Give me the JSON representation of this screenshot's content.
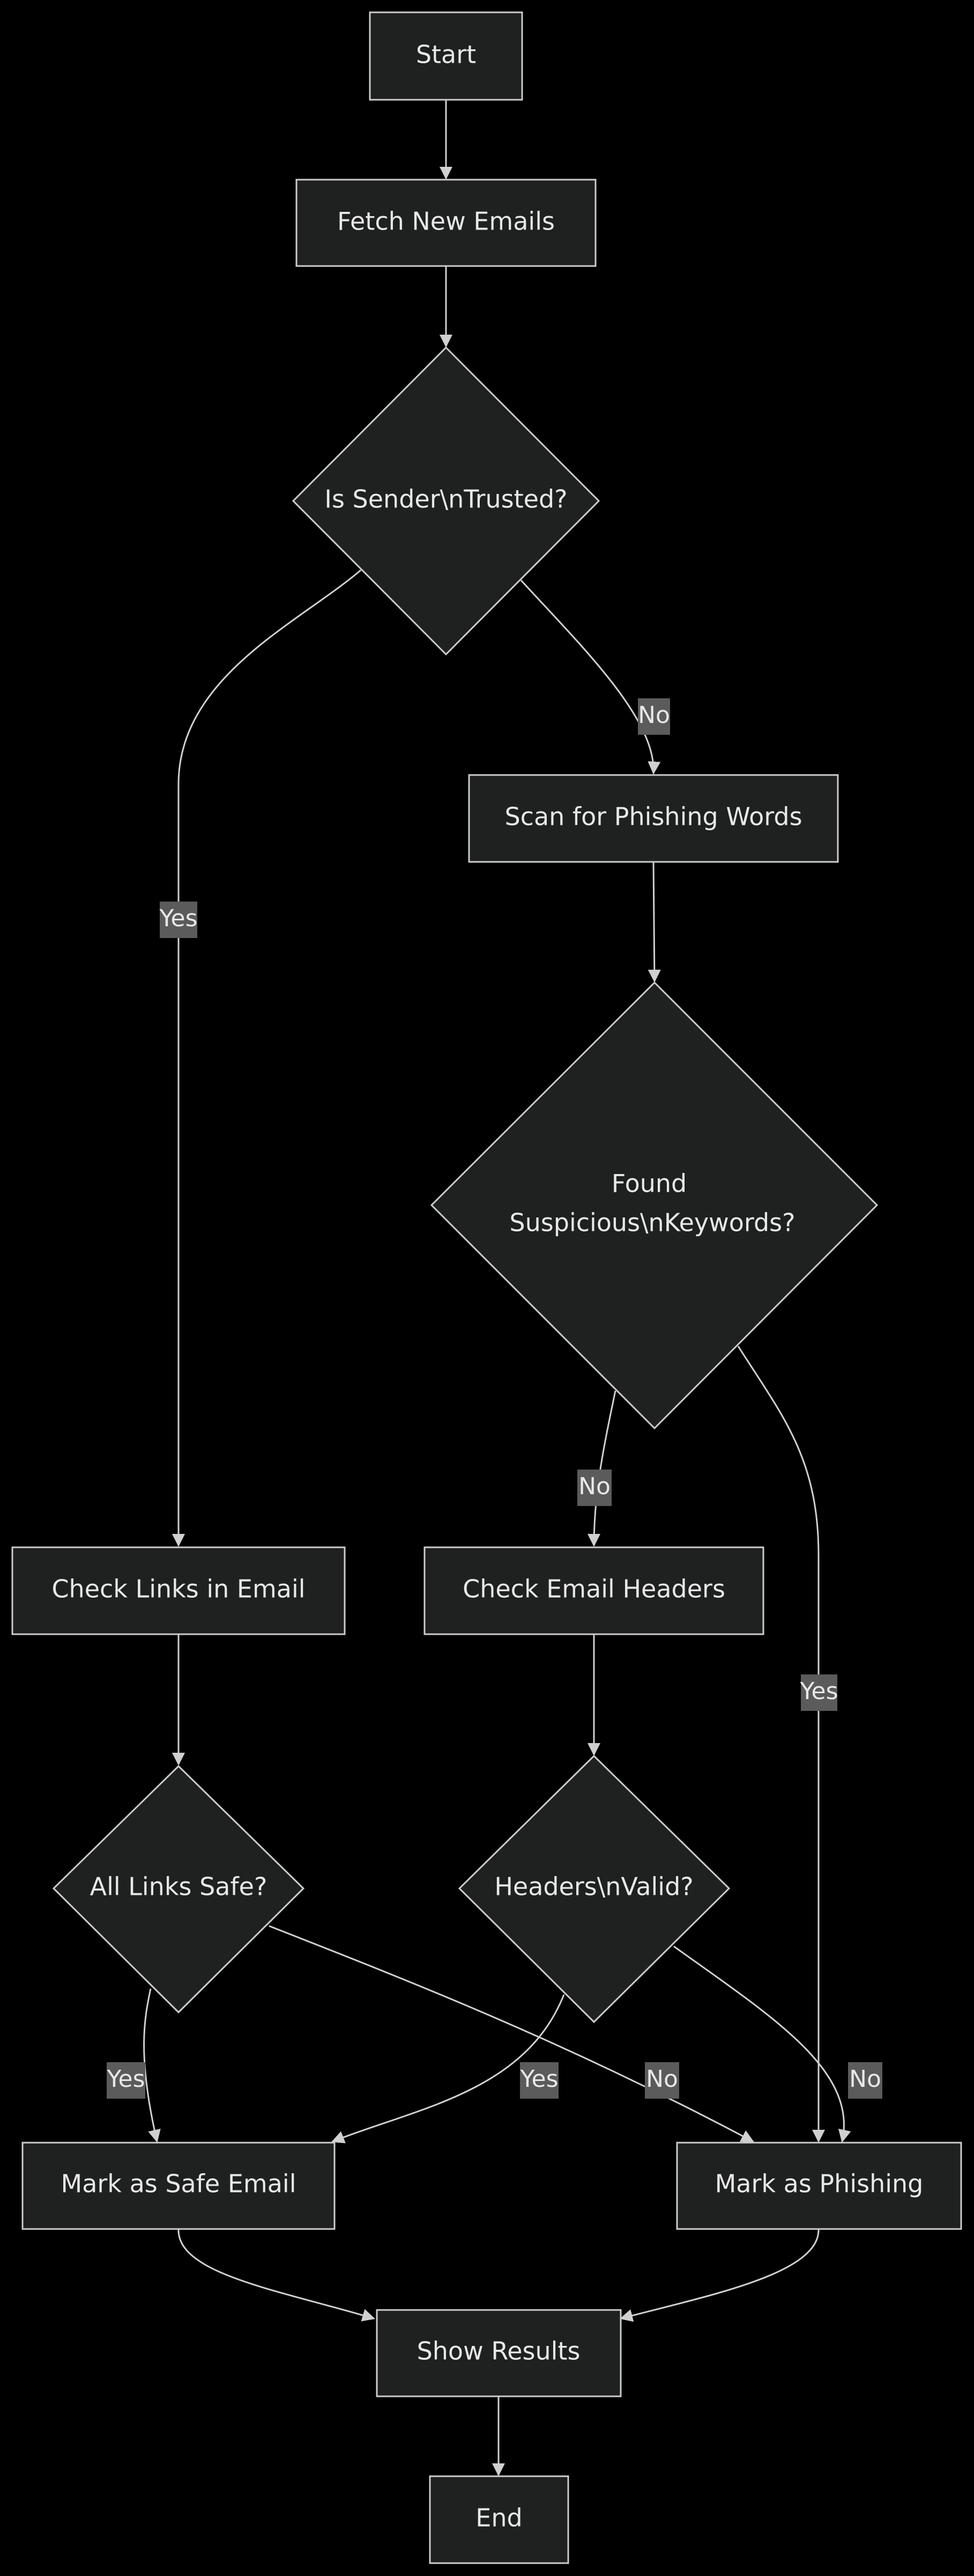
{
  "nodes": {
    "start": "Start",
    "fetch": "Fetch New Emails",
    "trusted": "Is Sender\\nTrusted?",
    "scan": "Scan for Phishing Words",
    "found_line1": "Found",
    "found_line2": "Suspicious\\nKeywords?",
    "check_links": "Check Links in Email",
    "check_headers": "Check Email Headers",
    "links_safe": "All Links Safe?",
    "headers_valid": "Headers\\nValid?",
    "mark_safe": "Mark as Safe Email",
    "mark_phishing": "Mark as Phishing",
    "show_results": "Show Results",
    "end": "End"
  },
  "edge_labels": {
    "trusted_no": "No",
    "trusted_yes": "Yes",
    "found_no": "No",
    "found_yes": "Yes",
    "links_yes": "Yes",
    "links_no": "No",
    "headers_yes": "Yes",
    "headers_no": "No"
  },
  "colors": {
    "background": "#000000",
    "node_fill": "#1f2020",
    "node_stroke": "#cccccc",
    "text": "#e8e8e8",
    "edge": "#d0d0d0",
    "label_bg": "#5b5b5b"
  }
}
